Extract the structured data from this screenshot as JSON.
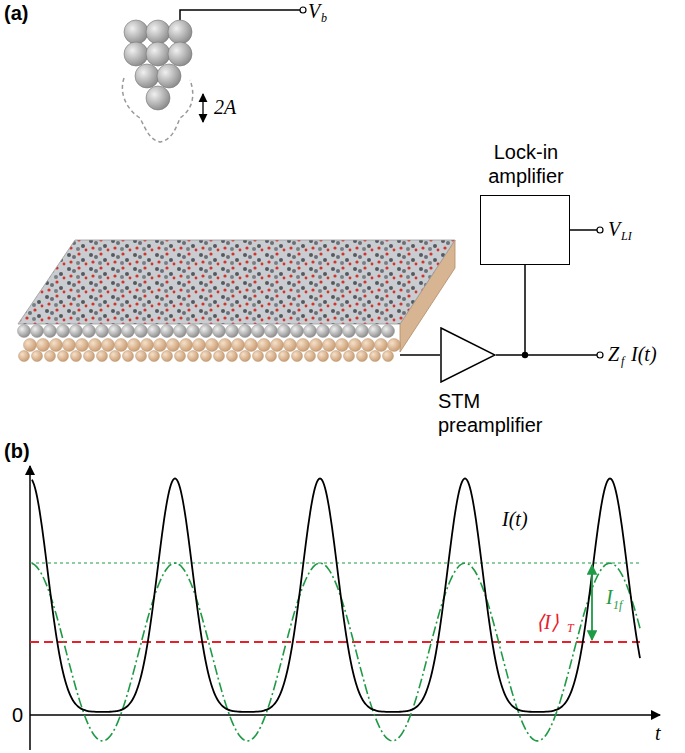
{
  "diagram": {
    "nodes": [
      {
        "text": [
          "Lock-in amplifier"
        ]
      },
      {
        "text": [
          "STM preamplifier"
        ]
      }
    ],
    "edges": [
      {
        "from": 1,
        "to": 0,
        "arrow": "none"
      }
    ],
    "labels": [
      "(a)",
      "V",
      "b",
      "2A",
      "V",
      "LI",
      "Z",
      "f",
      "I(t)",
      "(b)",
      "I(t)",
      "I",
      "1f",
      "⟨I⟩",
      "T",
      "0",
      "t"
    ]
  }
}
